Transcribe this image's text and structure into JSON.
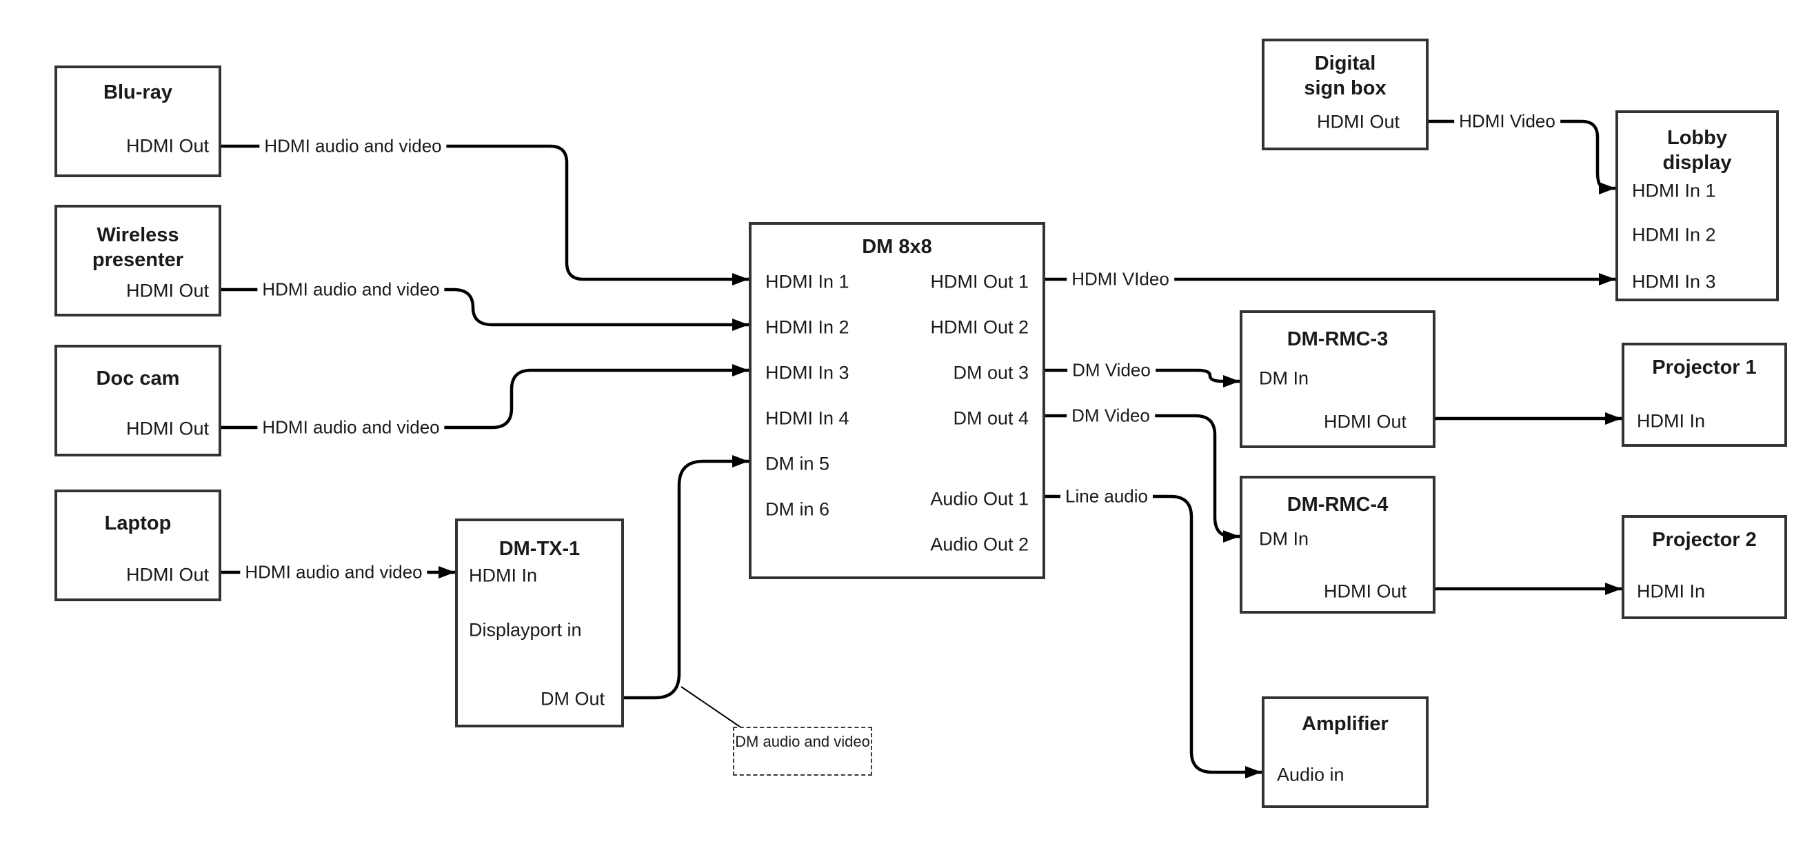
{
  "boxes": {
    "bluray": {
      "title": "Blu-ray",
      "ports": {
        "hdmi_out": "HDMI Out"
      }
    },
    "wireless": {
      "title": "Wireless presenter",
      "ports": {
        "hdmi_out": "HDMI Out"
      }
    },
    "doccam": {
      "title": "Doc cam",
      "ports": {
        "hdmi_out": "HDMI Out"
      }
    },
    "laptop": {
      "title": "Laptop",
      "ports": {
        "hdmi_out": "HDMI Out"
      }
    },
    "dmtx1": {
      "title": "DM-TX-1",
      "ports": {
        "hdmi_in": "HDMI In",
        "dp_in": "Displayport in",
        "dm_out": "DM Out"
      }
    },
    "dm8x8": {
      "title": "DM 8x8",
      "inputs": [
        "HDMI In 1",
        "HDMI In 2",
        "HDMI In 3",
        "HDMI In 4",
        "DM in 5",
        "DM in 6"
      ],
      "outputs": [
        "HDMI Out 1",
        "HDMI Out 2",
        "DM out 3",
        "DM out 4",
        "Audio Out 1",
        "Audio Out 2"
      ]
    },
    "digital_sign": {
      "title": "Digital sign box",
      "ports": {
        "hdmi_out": "HDMI Out"
      }
    },
    "lobby": {
      "title": "Lobby display",
      "inputs": [
        "HDMI In 1",
        "HDMI In 2",
        "HDMI In 3"
      ]
    },
    "dmrmc3": {
      "title": "DM-RMC-3",
      "ports": {
        "dm_in": "DM In",
        "hdmi_out": "HDMI Out"
      }
    },
    "proj1": {
      "title": "Projector 1",
      "ports": {
        "hdmi_in": "HDMI In"
      }
    },
    "dmrmc4": {
      "title": "DM-RMC-4",
      "ports": {
        "dm_in": "DM In",
        "hdmi_out": "HDMI Out"
      }
    },
    "proj2": {
      "title": "Projector 2",
      "ports": {
        "hdmi_in": "HDMI In"
      }
    },
    "amp": {
      "title": "Amplifier",
      "ports": {
        "audio_in": "Audio in"
      }
    }
  },
  "connections": {
    "bluray_dm8x8": "HDMI audio and video",
    "wireless_dm8x8": "HDMI audio and video",
    "doccam_dm8x8": "HDMI audio and video",
    "laptop_dmtx1": "HDMI audio and video",
    "hdmiout1_lobby": "HDMI VIdeo",
    "dmout3_rmc3": "DM Video",
    "dmout4_rmc4": "DM Video",
    "audioout1_amp": "Line audio",
    "sign_lobby": "HDMI Video",
    "note": "DM audio and video"
  },
  "colors": {
    "box_border": "#333333",
    "wire": "#000000",
    "text": "#1a1a1a"
  }
}
